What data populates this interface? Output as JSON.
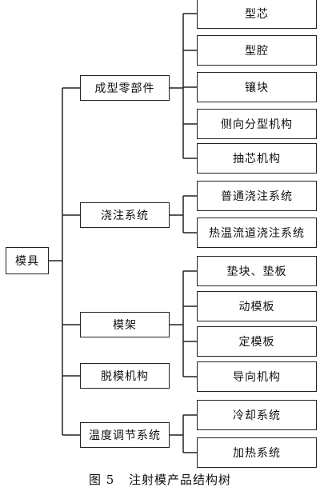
{
  "diagram": {
    "type": "tree",
    "root": {
      "label": "模具",
      "children": [
        {
          "label": "成型零部件",
          "children": [
            "型芯",
            "型腔",
            "镶块",
            "侧向分型机构",
            "抽芯机构"
          ]
        },
        {
          "label": "浇注系统",
          "children": [
            "普通浇注系统",
            "热温流道浇注系统"
          ]
        },
        {
          "label": "模架",
          "children": [
            "垫块、垫板",
            "动模板",
            "定模板",
            "导向机构"
          ]
        },
        {
          "label": "脱模机构",
          "children": []
        },
        {
          "label": "温度调节系统",
          "children": [
            "冷却系统",
            "加热系统"
          ]
        }
      ]
    }
  },
  "caption": {
    "number": "图 5",
    "title": "注射模产品结构树"
  }
}
